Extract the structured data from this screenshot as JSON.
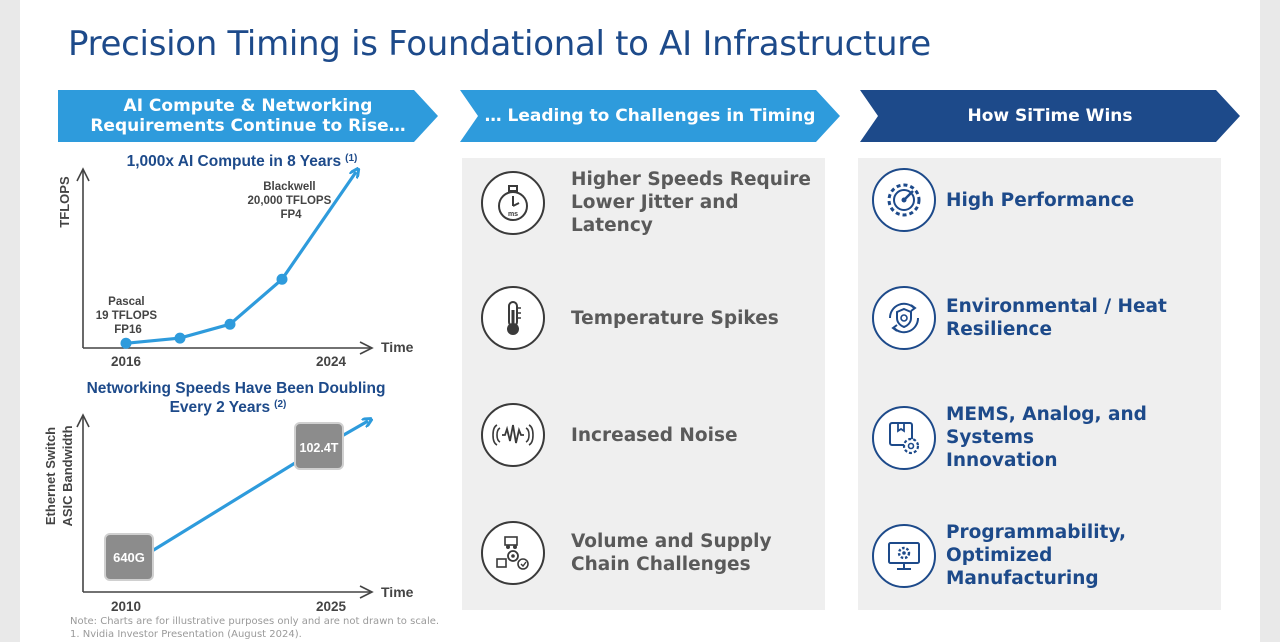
{
  "page_title": "Precision Timing is Foundational to AI Infrastructure",
  "banners": {
    "left_line1": "AI Compute & Networking",
    "left_line2": "Requirements Continue to Rise…",
    "middle": "… Leading to Challenges in Timing",
    "right": "How SiTime Wins"
  },
  "colors": {
    "light_blue": "#2e9bdc",
    "dark_blue": "#1d4a8a",
    "gray_box": "#8c8c8c",
    "text_gray": "#5a5a5a"
  },
  "challenges": [
    {
      "line1": "Higher Speeds Require",
      "line2": "Lower Jitter and Latency",
      "icon": "stopwatch-icon",
      "icon_text": "ms"
    },
    {
      "line1": "Temperature Spikes",
      "line2": "",
      "icon": "thermometer-icon"
    },
    {
      "line1": "Increased Noise",
      "line2": "",
      "icon": "noise-wave-icon"
    },
    {
      "line1": "Volume and Supply",
      "line2": "Chain Challenges",
      "icon": "supply-chain-icon"
    }
  ],
  "wins": [
    {
      "line1": "High Performance",
      "line2": "",
      "icon": "gauge-gear-icon"
    },
    {
      "line1": "Environmental / Heat",
      "line2": "Resilience",
      "icon": "shield-cycle-icon"
    },
    {
      "line1": "MEMS, Analog, and Systems",
      "line2": "Innovation",
      "icon": "chip-gear-icon"
    },
    {
      "line1": "Programmability, Optimized",
      "line2": "Manufacturing",
      "icon": "monitor-gear-icon"
    }
  ],
  "chart_data": [
    {
      "type": "line",
      "title": "1,000x AI Compute in 8 Years",
      "title_superscript": "(1)",
      "ylabel": "TFLOPS",
      "xlabel": "Time",
      "x_ticks": [
        "2016",
        "2024"
      ],
      "grid": false,
      "values": [
        1,
        4,
        12,
        38,
        100
      ],
      "annotations": {
        "start": {
          "line1": "Pascal",
          "line2": "19 TFLOPS",
          "line3": "FP16"
        },
        "end": {
          "line1": "Blackwell",
          "line2": "20,000 TFLOPS",
          "line3": "FP4"
        }
      }
    },
    {
      "type": "line",
      "title_line1": "Networking Speeds Have Been Doubling",
      "title_line2": "Every 2 Years",
      "title_superscript": "(2)",
      "ylabel_line1": "Ethernet Switch",
      "ylabel_line2": "ASIC Bandwidth",
      "xlabel": "Time",
      "x_ticks": [
        "2010",
        "2025"
      ],
      "grid": false,
      "points": [
        {
          "x": 2010,
          "label": "640G"
        },
        {
          "x": 2025,
          "label": "102.4T"
        }
      ]
    }
  ],
  "footnotes": {
    "note": "Note: Charts are for illustrative purposes only and are not drawn to scale.",
    "ref1": "1.     Nvidia Investor Presentation (August 2024)."
  }
}
